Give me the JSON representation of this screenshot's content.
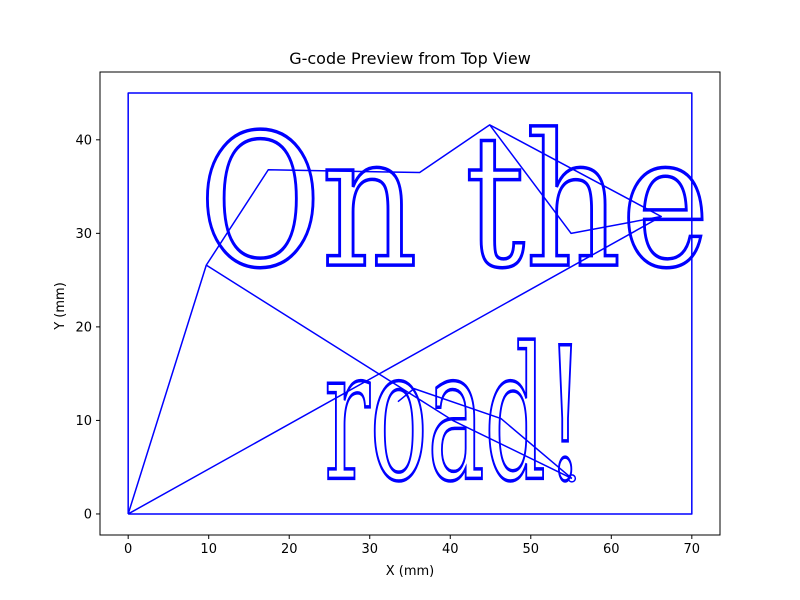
{
  "chart_data": {
    "type": "line",
    "title": "G-code Preview from Top View",
    "xlabel": "X (mm)",
    "ylabel": "Y (mm)",
    "xlim": [
      -3.5,
      73.5
    ],
    "ylim": [
      -2.25,
      47.25
    ],
    "xticks": [
      0,
      10,
      20,
      30,
      40,
      50,
      60,
      70
    ],
    "yticks": [
      0,
      10,
      20,
      30,
      40
    ],
    "grid": false,
    "legend": "none",
    "line_color": "#0000ff",
    "series": [
      {
        "values": [
          [
            0,
            0
          ],
          [
            0,
            45
          ],
          [
            70,
            45
          ],
          [
            70,
            0
          ],
          [
            0,
            0
          ]
        ]
      },
      {
        "values": [
          [
            0,
            0
          ],
          [
            9.7,
            26.6
          ],
          [
            17.4,
            36.8
          ],
          [
            36.2,
            36.5
          ],
          [
            44.9,
            41.6
          ],
          [
            66.2,
            31.8
          ],
          [
            0,
            0
          ]
        ]
      },
      {
        "values": [
          [
            9.7,
            26.6
          ],
          [
            40.3,
            10.0
          ],
          [
            55.1,
            3.8
          ]
        ]
      },
      {
        "values": [
          [
            33.5,
            12.0
          ],
          [
            35.5,
            13.4
          ],
          [
            46.3,
            10.2
          ],
          [
            55.1,
            3.8
          ]
        ]
      },
      {
        "values": [
          [
            44.9,
            41.6
          ],
          [
            55.0,
            30.0
          ],
          [
            66.2,
            31.8
          ]
        ]
      }
    ],
    "engraved_lines": [
      "On the",
      "road!"
    ],
    "engraved_baselines": [
      26.6,
      3.8
    ]
  }
}
